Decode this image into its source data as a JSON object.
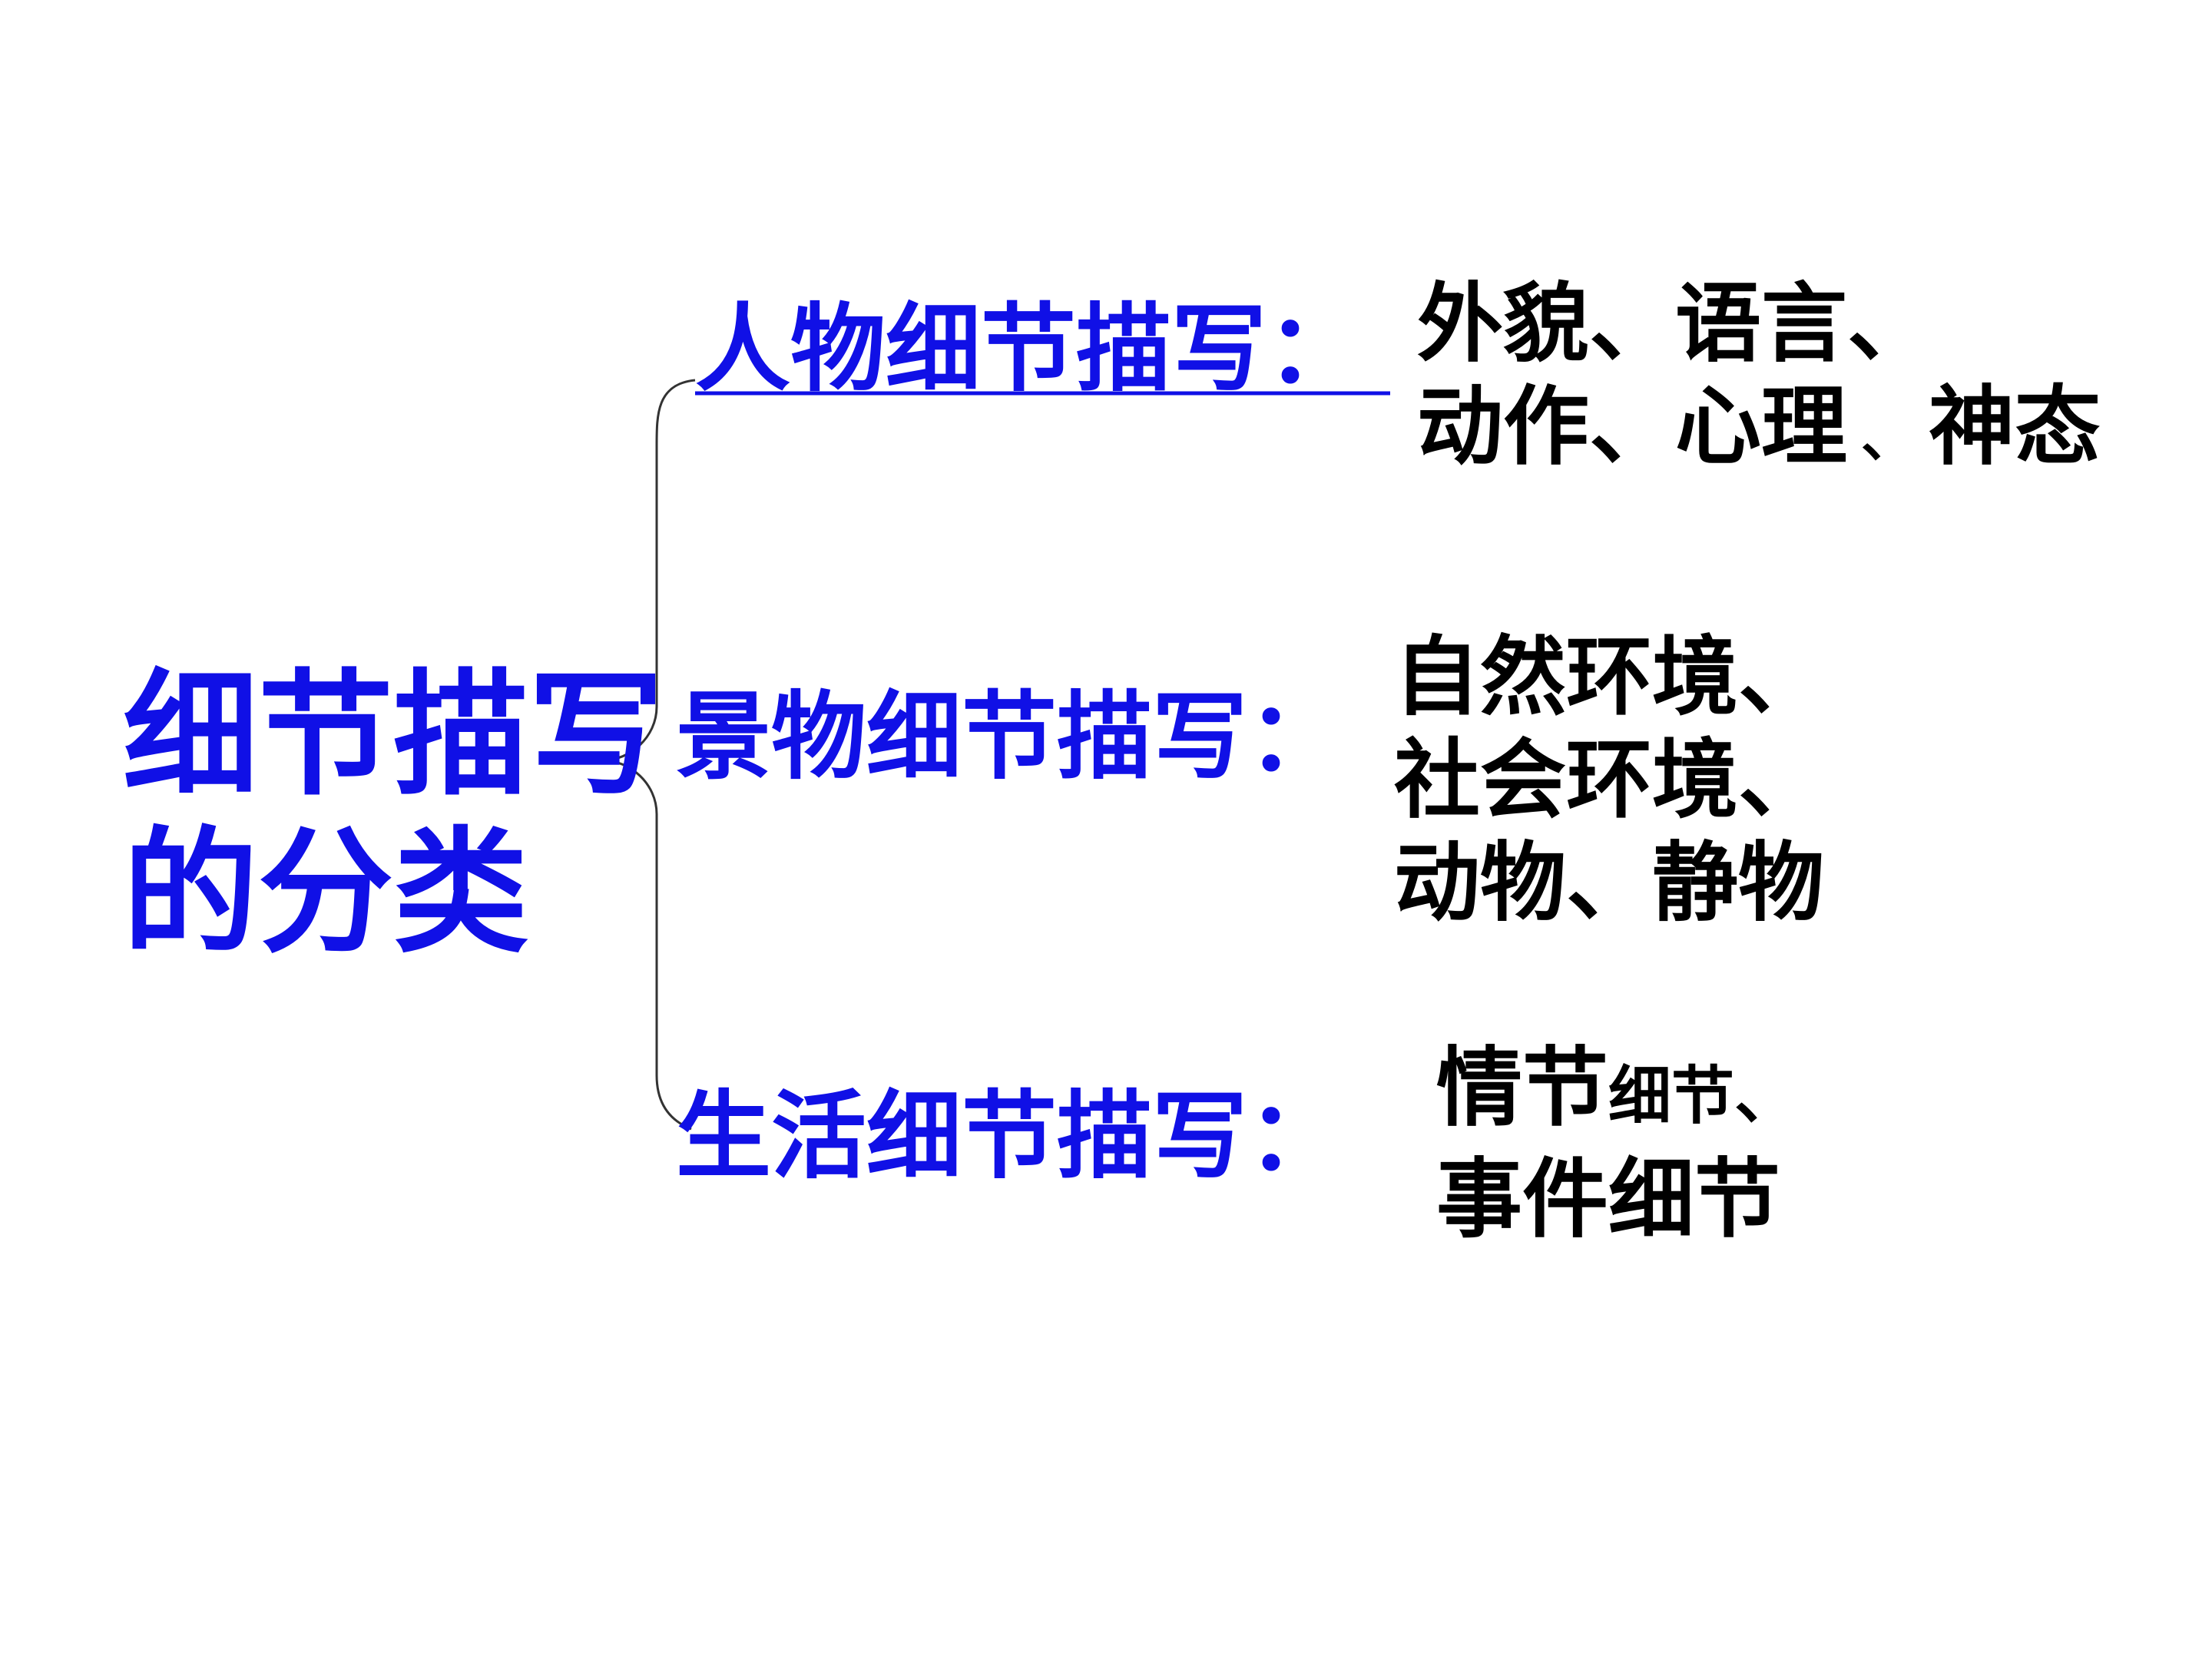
{
  "root": {
    "title_line1": "细节描写",
    "title_line2": "的分类"
  },
  "branches": [
    {
      "label": "人物细节描写：",
      "details": {
        "line1": "外貌、语言、",
        "line2_a": "动作、心理",
        "line2_sep": "、",
        "line2_b": "神态"
      }
    },
    {
      "label": "景物细节描写：",
      "details": {
        "line1": "自然环境、",
        "line2": "社会环境、",
        "line3": "动物、静物"
      }
    },
    {
      "label": "生活细节描写：",
      "details": {
        "line1_a": "情节",
        "line1_b": "细节、",
        "line2": "事件细节"
      }
    }
  ],
  "colors": {
    "title_blue": "#1010e6",
    "detail_black": "#000000",
    "line_gray": "#333333",
    "underline_blue": "#1010e6"
  }
}
